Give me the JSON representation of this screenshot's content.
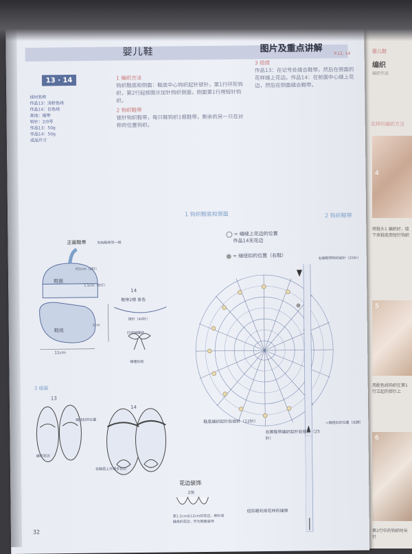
{
  "header": {
    "title": "婴儿鞋",
    "subtitle": "图片及重点讲解",
    "page_ref": "P.12, 14"
  },
  "section_tag": "13 · 14",
  "left_block": {
    "materials": [
      "线材名称",
      "作品13：浅粉色线",
      "作品14：白色线",
      "其他：缎带",
      "钩针：2/0号",
      "作品13：50g",
      "作品14：50g",
      "成品尺寸"
    ]
  },
  "mid_block": {
    "heading1": "1 编织方法",
    "text1": "钩织鞋底和侧面：鞋底中心钩织起针锁针，第1行环形钩织，第2行起按图示加针钩织侧面，侧面第1行用短针钩织。",
    "heading2": "2 钩织鞋带",
    "text2": "锁针钩织鞋带，每只鞋钩织1根鞋带，剩余的另一只在对称的位置钩织。"
  },
  "right_block": {
    "heading": "3 组成",
    "text": "作品13：在记号处缝合鞋带，然后在侧面的花样缝上花边。作品14：在前面中心缝上花边，然后在侧面缝合鞋带。"
  },
  "diagram_labels": {
    "section1": "1 钩织鞋底和侧面",
    "section2": "2 钩织鞋带",
    "legend1a": "= 编缝上花边的位置",
    "legend1b": "作品14无花边",
    "legend2": "= 缝纽扣的位置（右鞋）",
    "left_note": "鞋底编织起针处锁针（12针）",
    "right_note": "右脚鞋带编织起针处锁针（25针）",
    "button_note": "=缝纽扣的位置（左脚）",
    "strap_note": "右脚鞋带钩织起针（25针）",
    "bottom_note": "纽扣眼利用花样的缝隙",
    "edge_note": "作品13",
    "shoe_top_label": "正面鞋带",
    "shoe_top_note": "先钩鞋带另一侧",
    "item14": "14",
    "strap14_label": "鞋带2根 各色",
    "strap14_count": "锁针（40针）",
    "strap14_knot": "打成蝴蝶结",
    "strap14_end": "缝缠扣结",
    "dim_top": "约1cm（8针）",
    "dim_side": "5cm",
    "dim_side2": "1.5cm（8行）",
    "dim_bottom": "11cm",
    "label_front": "鞋面",
    "label_sole": "鞋底",
    "assembly_title": "3 组装",
    "assembly_13": "13",
    "assembly_14": "14",
    "assembly_13_note": "缝纽扣的位置",
    "assembly_14_note": "在鞋面上方缝合花边",
    "assembly_side_note": "缝纽扣",
    "assembly_lace": "编织花边",
    "flower_title": "花边装饰",
    "flower_count": "2块",
    "flower_note": "宽1.5cm长12cm的花边，用针线缝成的花边，作为鞋面装饰"
  },
  "right_page": {
    "tab": "婴儿鞋",
    "heading": "编织",
    "sub": "编织作品",
    "caption1": "花样的编织方法",
    "step4": "4",
    "step5": "5",
    "step6": "6",
    "text4": "将鞋头1 编织好，接下来鞋底用短针钩织",
    "text5": "用配色线钩织在第1行立起的锁针上",
    "text6": "第2行中的钩织时长针"
  },
  "folio": "32",
  "colors": {
    "accent": "#5a6f9c",
    "pink": "#c77a7a",
    "blue": "#7da0c8"
  }
}
